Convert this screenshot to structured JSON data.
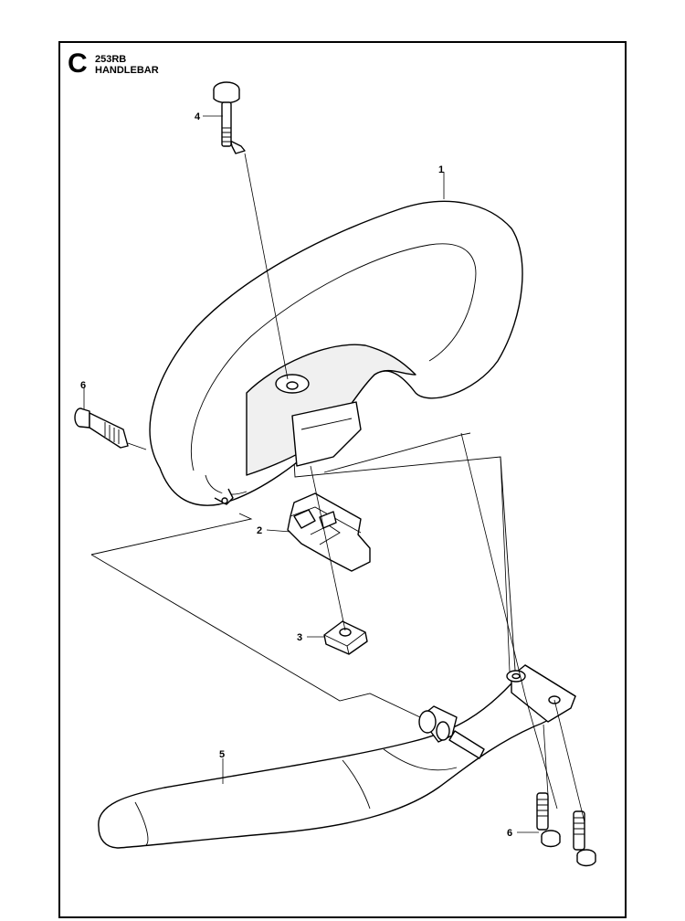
{
  "header": {
    "section_letter": "C",
    "model_code": "253RB",
    "diagram_name": "HANDLEBAR"
  },
  "callouts": [
    {
      "id": "1",
      "label": "1",
      "part": "handle-loop"
    },
    {
      "id": "2",
      "label": "2",
      "part": "clamp"
    },
    {
      "id": "3",
      "label": "3",
      "part": "square-nut"
    },
    {
      "id": "4",
      "label": "4",
      "part": "top-screw"
    },
    {
      "id": "5",
      "label": "5",
      "part": "handlebar-arm"
    },
    {
      "id": "6a",
      "label": "6",
      "part": "side-screw"
    },
    {
      "id": "6b",
      "label": "6",
      "part": "bottom-screws"
    }
  ]
}
